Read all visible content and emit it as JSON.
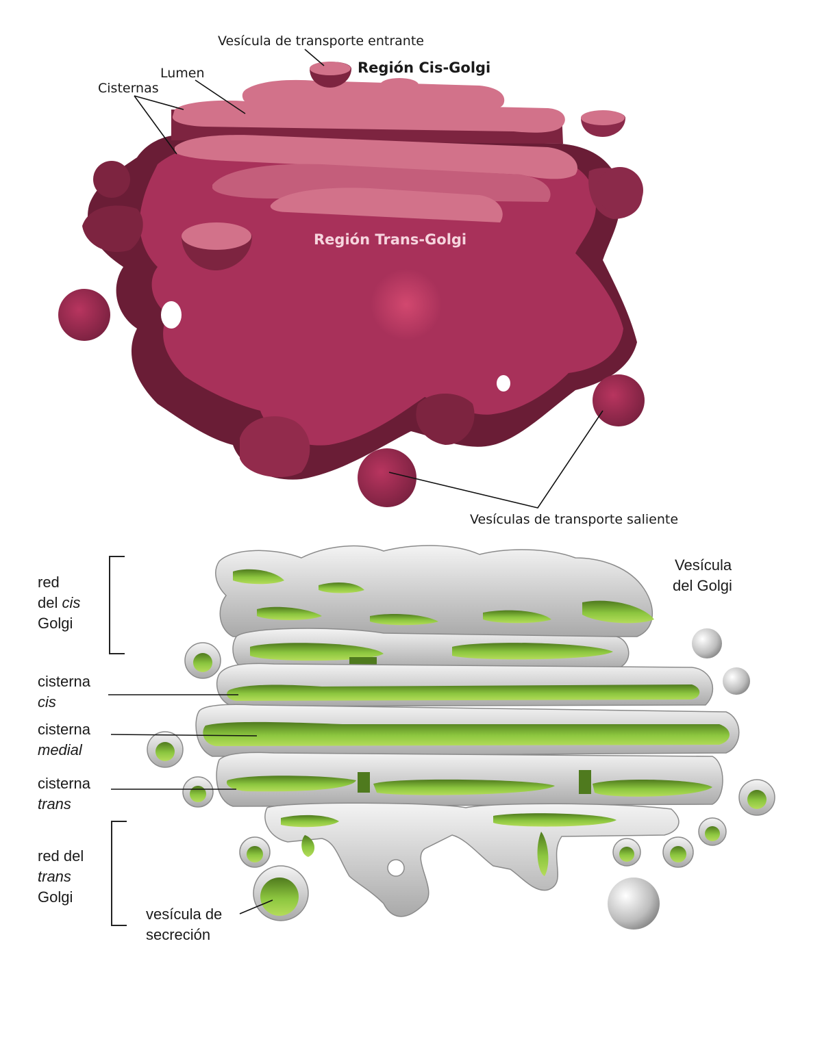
{
  "top_diagram": {
    "labels": {
      "incoming_vesicle": "Vesícula de transporte entrante",
      "cis_region": "Región Cis-Golgi",
      "lumen": "Lumen",
      "cisternae": "Cisternas",
      "trans_region": "Región Trans-Golgi",
      "outgoing_vesicles": "Vesículas de transporte saliente"
    },
    "colors": {
      "cisterna_light": "#d2728a",
      "body": "#a8315a",
      "body_dark": "#7d2440",
      "shadow": "#6a1d36"
    }
  },
  "bottom_diagram": {
    "labels": {
      "cis_network_1": "red",
      "cis_network_2a": "del ",
      "cis_network_2b": "cis",
      "cis_network_3": "Golgi",
      "cis_cisterna_1": "cisterna",
      "cis_cisterna_2": "cis",
      "medial_cisterna_1": "cisterna",
      "medial_cisterna_2": "medial",
      "trans_cisterna_1": "cisterna",
      "trans_cisterna_2": "trans",
      "trans_network_1": "red del",
      "trans_network_2": "trans",
      "trans_network_3": "Golgi",
      "golgi_vesicle_1": "Vesícula",
      "golgi_vesicle_2": "del Golgi",
      "secretory_vesicle_1": "vesícula de",
      "secretory_vesicle_2": "secreción"
    },
    "colors": {
      "membrane": "#d9d9d9",
      "lumen_green": "#8cc63f",
      "lumen_dark": "#4f7a1e"
    }
  }
}
